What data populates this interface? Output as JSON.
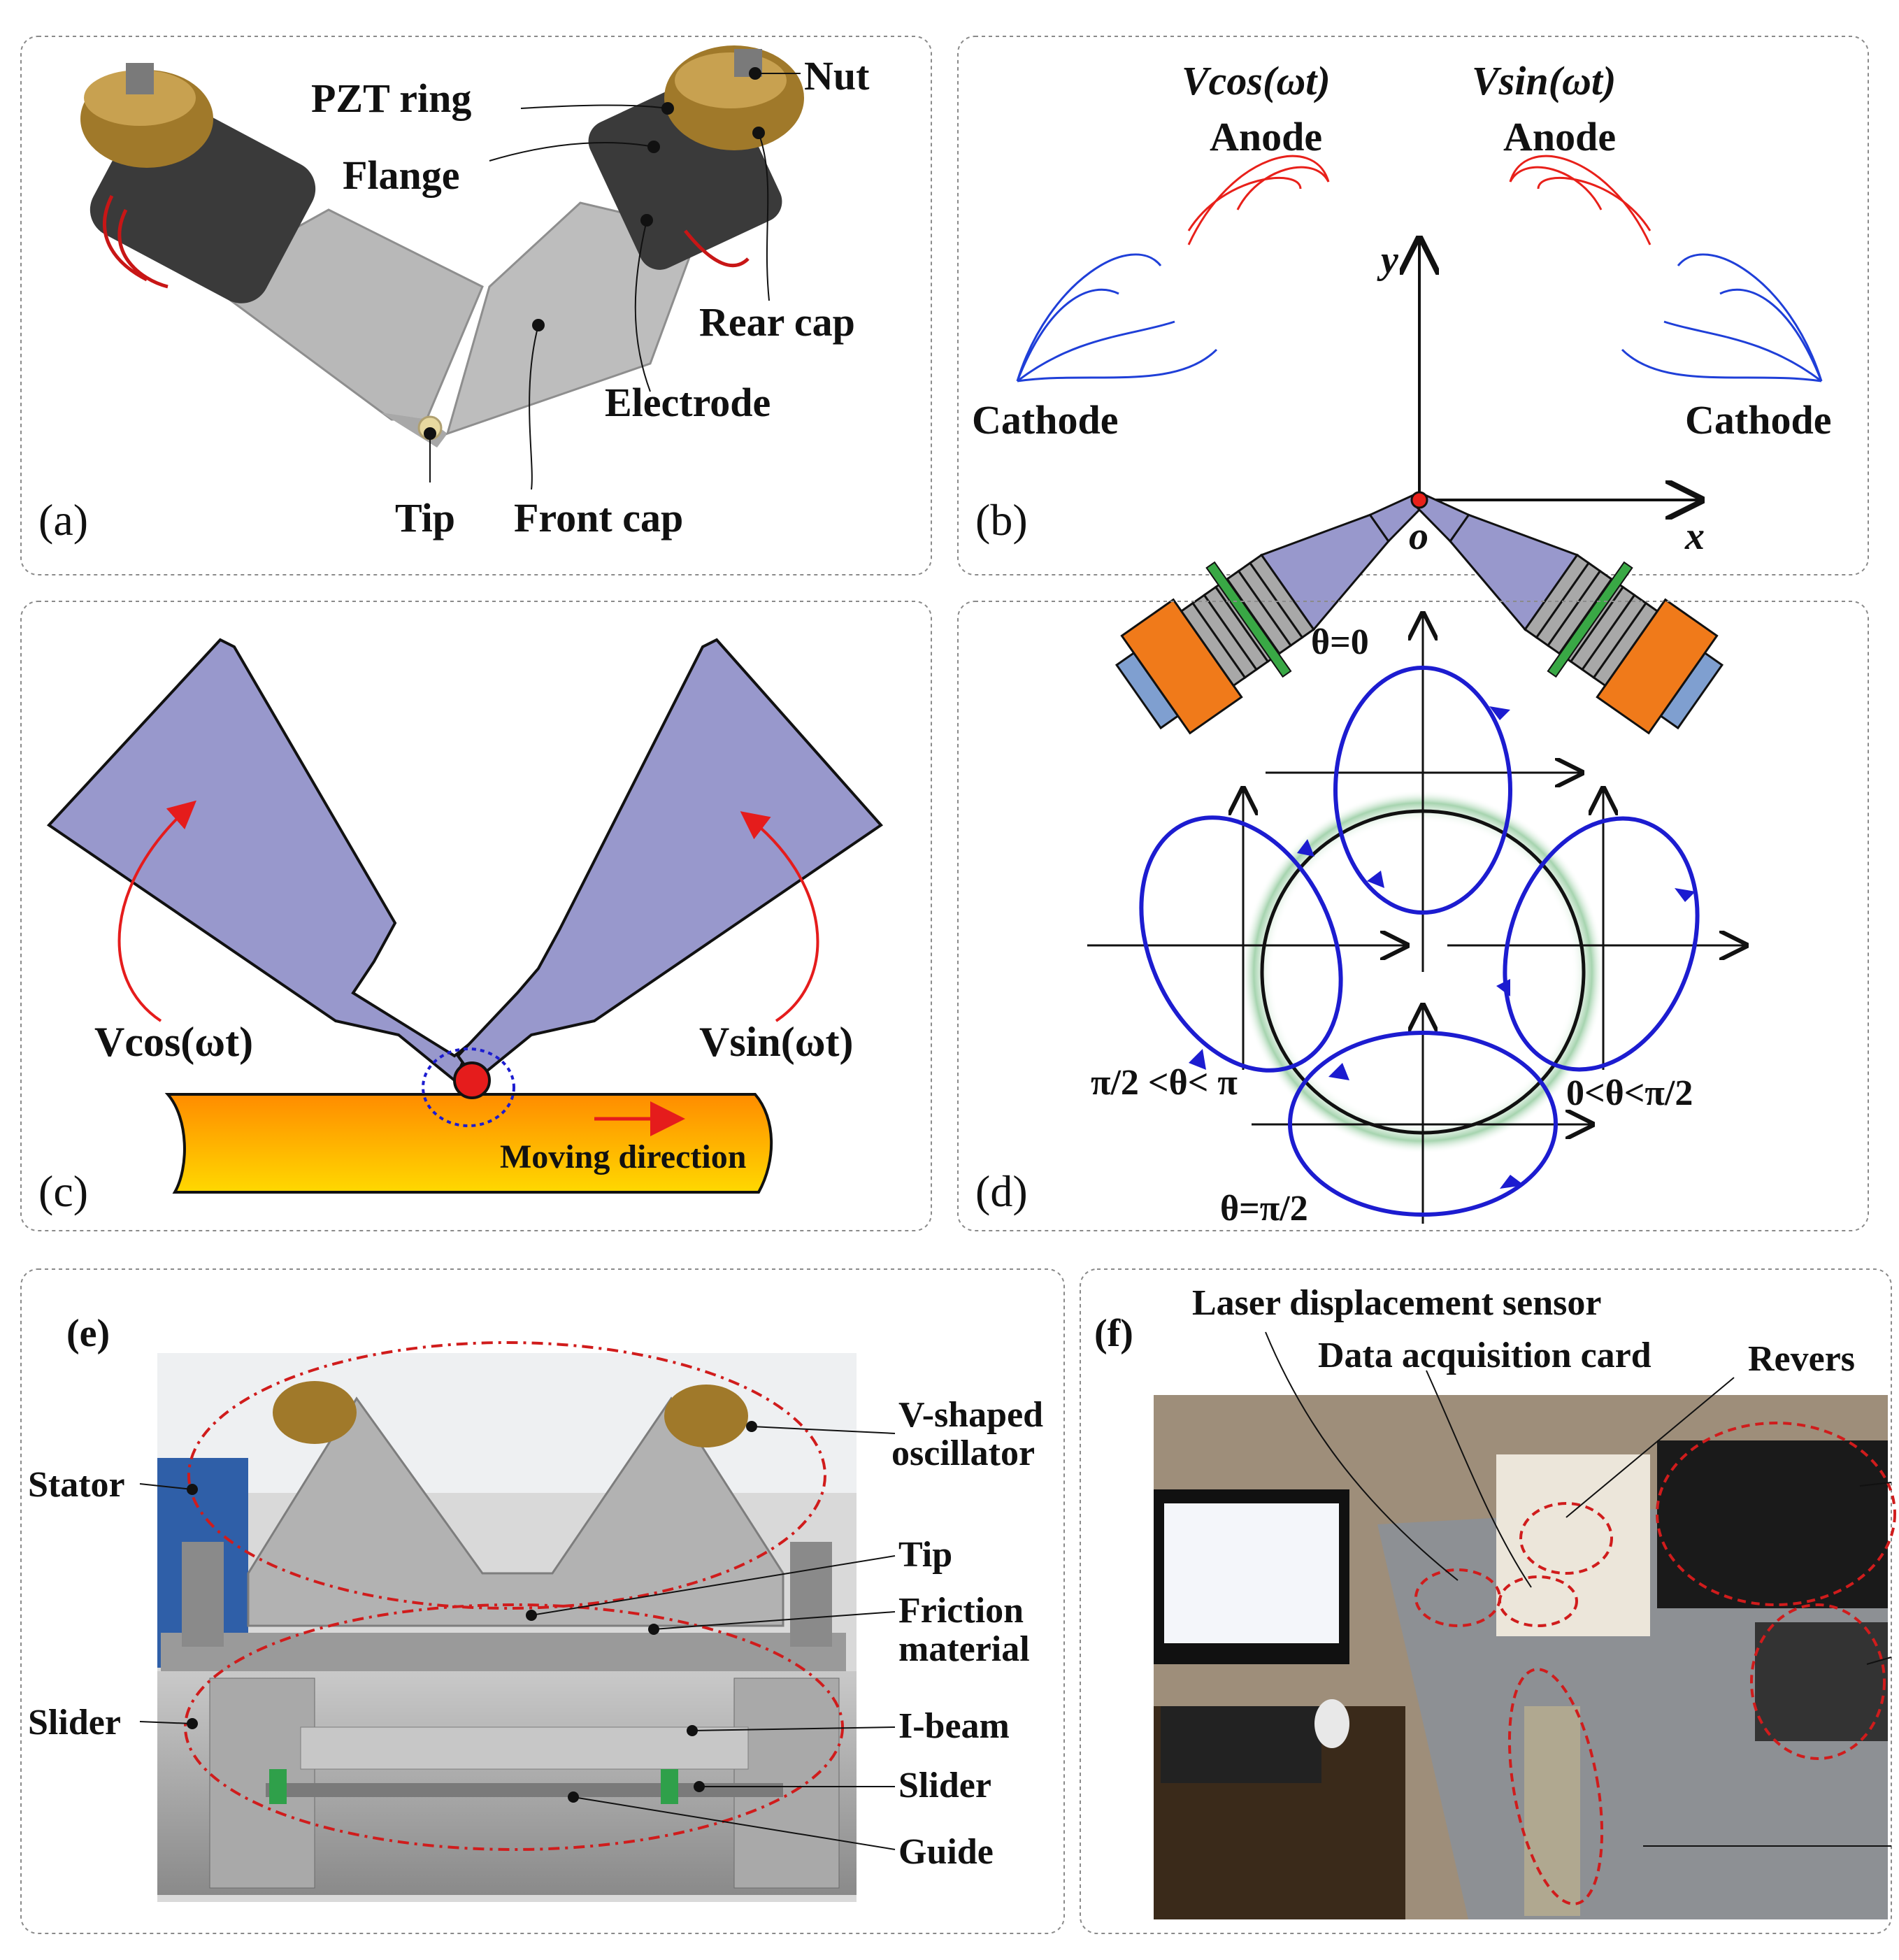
{
  "panel_a": {
    "id": "(a)",
    "labels": {
      "pzt_ring": "PZT ring",
      "nut": "Nut",
      "flange": "Flange",
      "rear_cap": "Rear cap",
      "electrode": "Electrode",
      "tip": "Tip",
      "front_cap": "Front cap"
    }
  },
  "panel_b": {
    "id": "(b)",
    "vcos": "Vcos(ωt)",
    "vsin": "Vsin(ωt)",
    "anode_left": "Anode",
    "anode_right": "Anode",
    "cathode_left": "Cathode",
    "cathode_right": "Cathode",
    "axis_y": "y",
    "axis_x": "x",
    "origin": "o",
    "colors": {
      "rear_cap": "#f07a1a",
      "bolt": "#7f9fd0",
      "pzt": "#a8a8a8",
      "electrode": "#39a845",
      "horn": "#9898cc",
      "anode_wire": "#e8201a",
      "cathode_wire": "#1f3fd8"
    }
  },
  "panel_c": {
    "id": "(c)",
    "vcos": "Vcos(ωt)",
    "vsin": "Vsin(ωt)",
    "moving": "Moving direction",
    "colors": {
      "horn": "#9898cc",
      "slider_top": "#ff9a00",
      "slider_bottom": "#ffd400",
      "arrow": "#e51c1c"
    }
  },
  "panel_d": {
    "id": "(d)",
    "theta_0": "θ=0",
    "theta_right": "0<θ<π/2",
    "theta_left": "π/2 <θ< π",
    "theta_bottom": "θ=π/2",
    "colors": {
      "orbit": "#1c1cd0",
      "ring_glow": "#9fd0a8"
    }
  },
  "panel_e": {
    "id": "(e)",
    "labels": {
      "stator": "Stator",
      "slider_left": "Slider",
      "v_osc_1": "V-shaped",
      "v_osc_2": "oscillator",
      "tip": "Tip",
      "friction_1": "Friction",
      "friction_2": "material",
      "ibeam": "I-beam",
      "slider_right": "Slider",
      "guide": "Guide"
    }
  },
  "panel_f": {
    "id": "(f)",
    "labels": {
      "laser": "Laser displacement sensor",
      "daq": "Data acquisition card",
      "revers": "Revers"
    }
  }
}
